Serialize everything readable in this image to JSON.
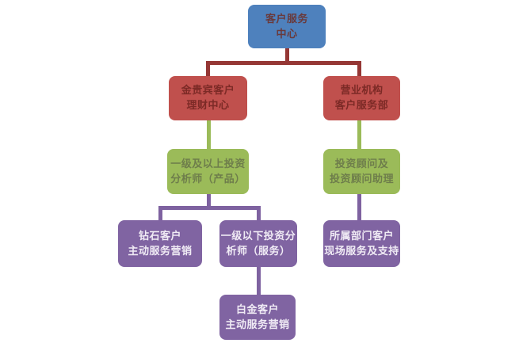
{
  "diagram": {
    "type": "org-chart",
    "background_color": "#ffffff",
    "colors": {
      "level1_box": "#4e81bd",
      "level2_box": "#c0504d",
      "level3_box": "#9bbb59",
      "level4_box": "#8064a2",
      "connector_level1_2": "#953735",
      "connector_level2_3": "#9bbb59",
      "connector_level3_5": "#7e62a0"
    },
    "nodes": {
      "customer_service_center": {
        "lines": [
          "客户服务",
          "中心"
        ]
      },
      "vip_wealth_center": {
        "lines": [
          "金贵宾客户",
          "理财中心"
        ]
      },
      "branch_service_dept": {
        "lines": [
          "营业机构",
          "客户服务部"
        ]
      },
      "senior_analysts": {
        "lines": [
          "一级及以上投资",
          "分析师（产品）"
        ]
      },
      "advisors": {
        "lines": [
          "投资顾问及",
          "投资顾问助理"
        ]
      },
      "diamond_marketing": {
        "lines": [
          "钻石客户",
          "主动服务营销"
        ]
      },
      "junior_analysts": {
        "lines": [
          "一级以下投资分",
          "析师（服务）"
        ]
      },
      "onsite_support": {
        "lines": [
          "所属部门客户",
          "现场服务及支持"
        ]
      },
      "platinum_marketing": {
        "lines": [
          "白金客户",
          "主动服务营销"
        ]
      }
    },
    "edges": [
      {
        "from": "customer_service_center",
        "to": "vip_wealth_center",
        "color": "#953735"
      },
      {
        "from": "customer_service_center",
        "to": "branch_service_dept",
        "color": "#953735"
      },
      {
        "from": "vip_wealth_center",
        "to": "senior_analysts",
        "color": "#9bbb59"
      },
      {
        "from": "branch_service_dept",
        "to": "advisors",
        "color": "#9bbb59"
      },
      {
        "from": "senior_analysts",
        "to": "diamond_marketing",
        "color": "#7e62a0"
      },
      {
        "from": "senior_analysts",
        "to": "junior_analysts",
        "color": "#7e62a0"
      },
      {
        "from": "advisors",
        "to": "onsite_support",
        "color": "#7e62a0"
      },
      {
        "from": "junior_analysts",
        "to": "platinum_marketing",
        "color": "#7e62a0"
      }
    ]
  }
}
